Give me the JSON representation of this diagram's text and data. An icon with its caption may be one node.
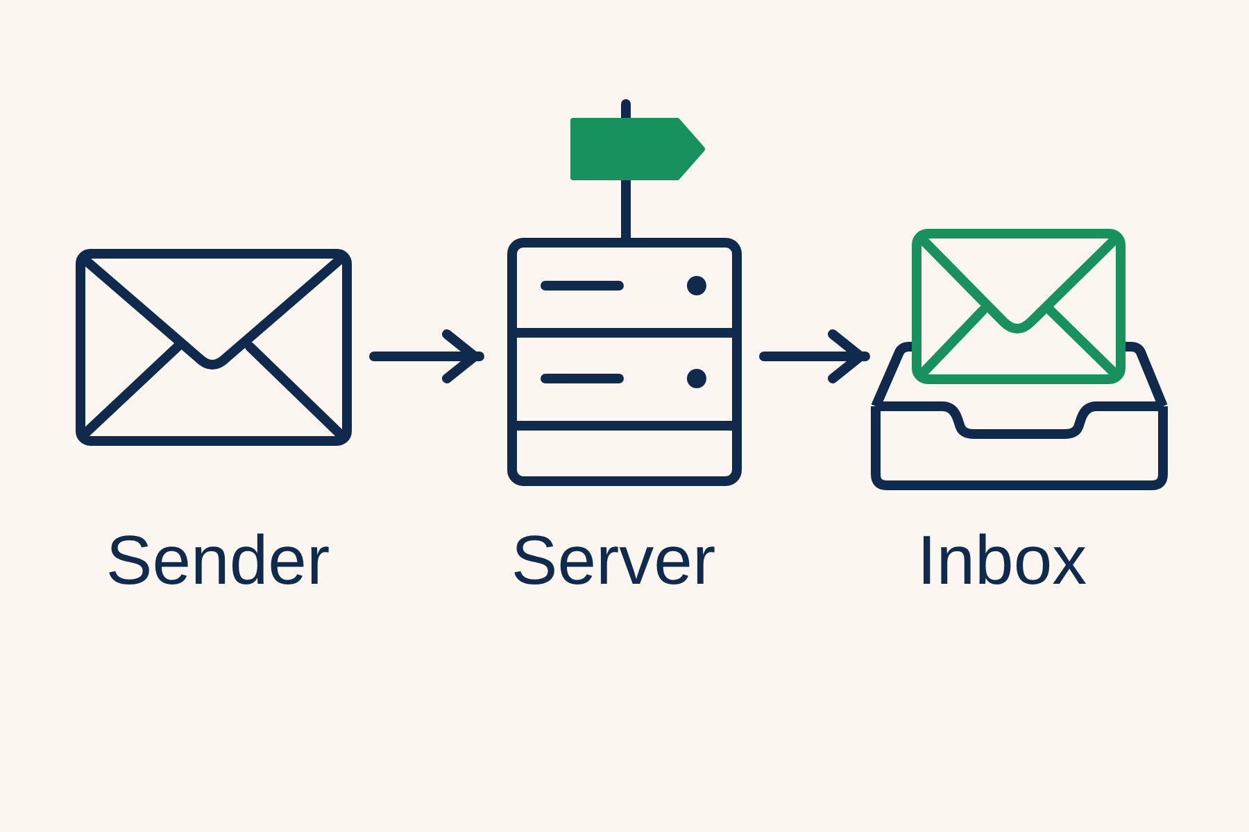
{
  "diagram": {
    "nodes": [
      {
        "text": [
          "Sender"
        ]
      },
      {
        "text": [
          "Server"
        ]
      },
      {
        "text": [
          "Inbox"
        ]
      }
    ],
    "edges": [
      {
        "from": 0,
        "to": 1,
        "arrow": "to"
      },
      {
        "from": 1,
        "to": 2,
        "arrow": "to"
      }
    ]
  }
}
